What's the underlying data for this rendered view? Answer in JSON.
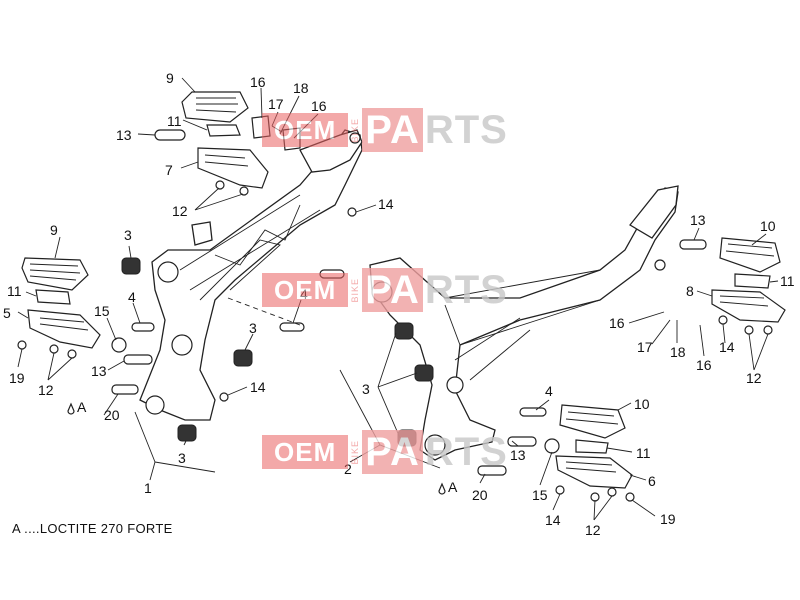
{
  "watermark": {
    "oem": "OEM",
    "bike": "BIKE",
    "pa": "PA",
    "rts": "RTS"
  },
  "callouts": {
    "c9a": "9",
    "c16a": "16",
    "c18a": "18",
    "c17a": "17",
    "c16b": "16",
    "c13a": "13",
    "c11a": "11",
    "c7": "7",
    "c12a": "12",
    "c14a": "14",
    "c9b": "9",
    "c3a": "3",
    "c11b": "11",
    "c5": "5",
    "c4a": "4",
    "c15a": "15",
    "c4b": "4",
    "c3b": "3",
    "c19a": "19",
    "c12b": "12",
    "c13b": "13",
    "c14b": "14",
    "c20a": "20",
    "c3c": "3",
    "c1": "1",
    "c13c": "13",
    "c10a": "10",
    "c11c": "11",
    "c8": "8",
    "c16c": "16",
    "c17b": "17",
    "c18b": "18",
    "c16d": "16",
    "c14c": "14",
    "c12c": "12",
    "c3d": "3",
    "c4c": "4",
    "c10b": "10",
    "c11d": "11",
    "c13d": "13",
    "c6": "6",
    "c2": "2",
    "c15b": "15",
    "c20b": "20",
    "c14d": "14",
    "c12d": "12",
    "c19b": "19"
  },
  "loctite_marks": {
    "a1": "A",
    "a2": "A"
  },
  "note": "A ....LOCTITE 270 FORTE"
}
